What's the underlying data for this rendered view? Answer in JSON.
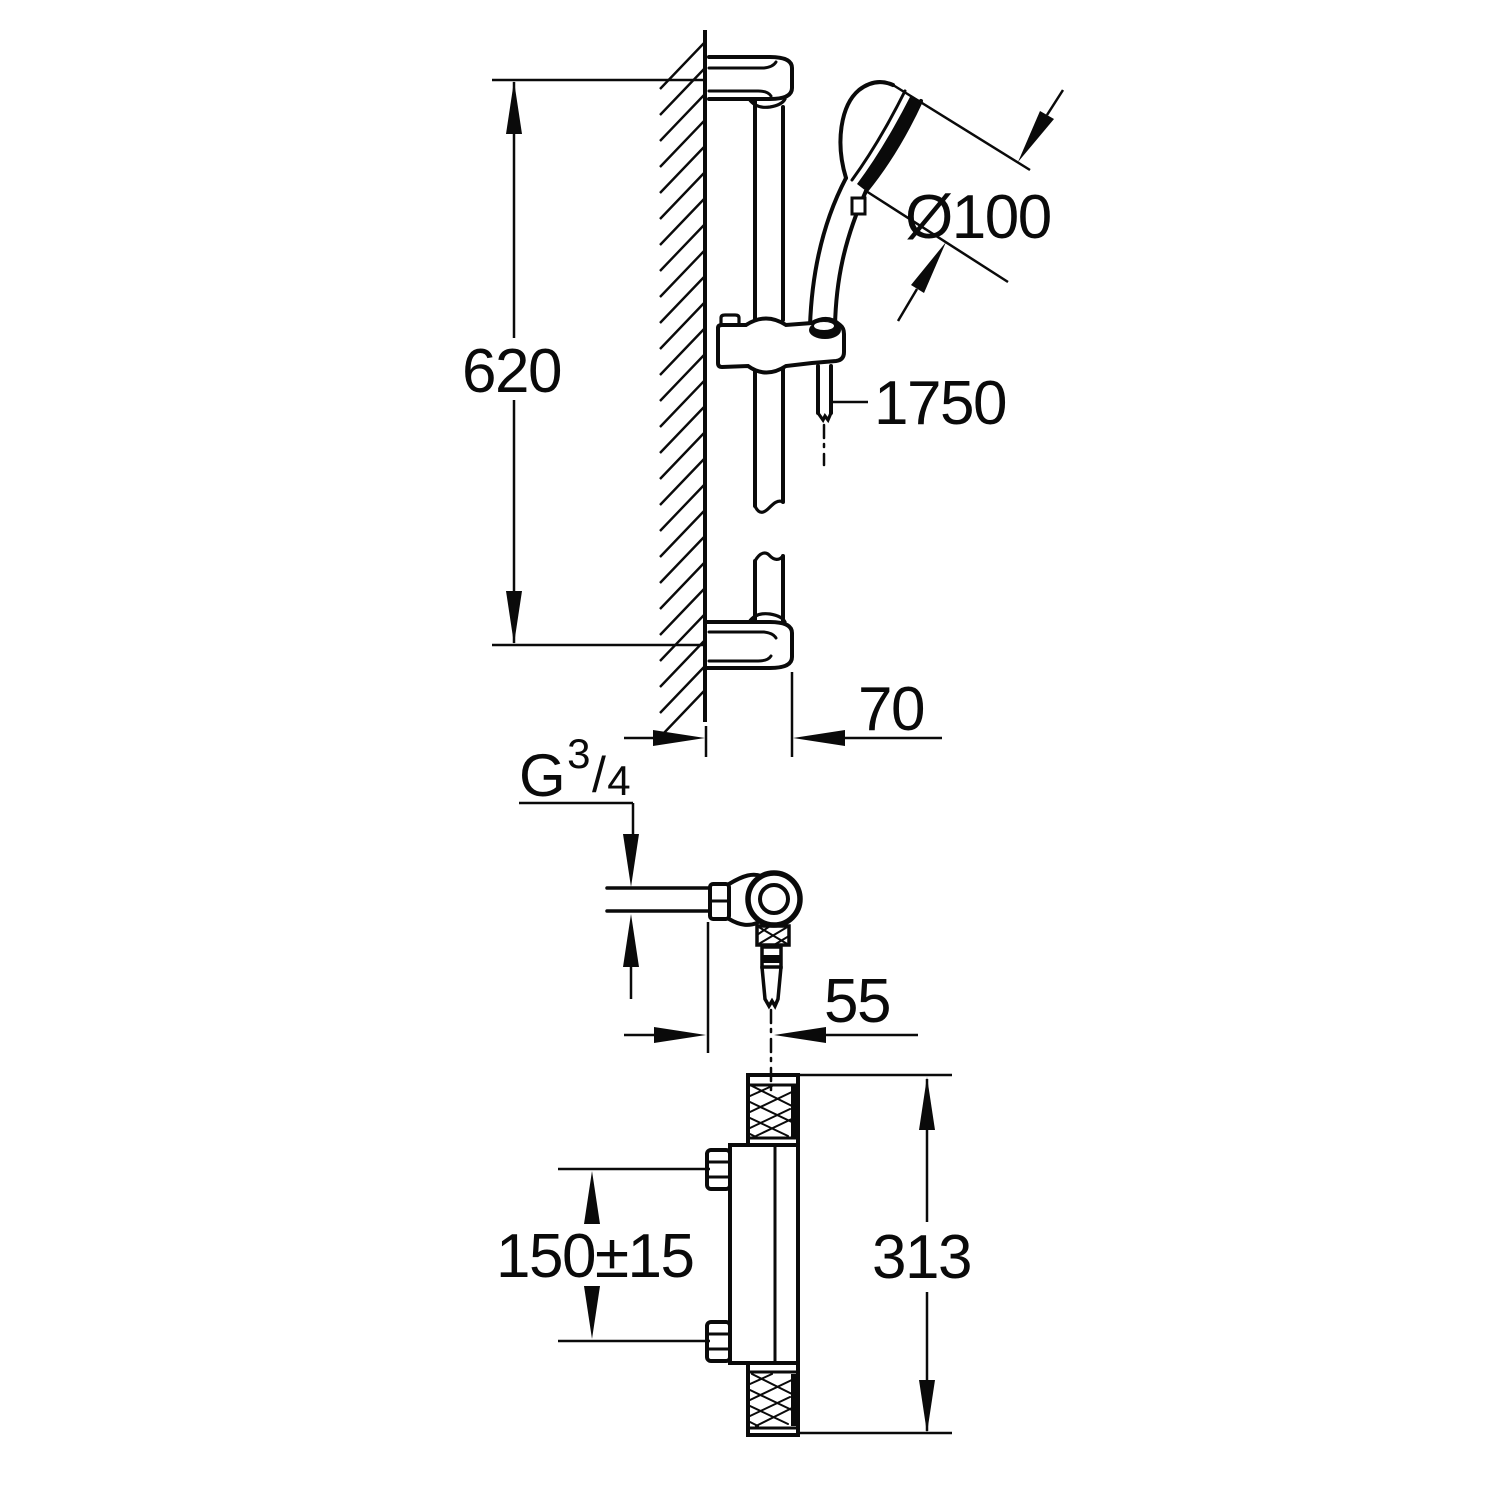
{
  "drawing": {
    "description": "Shower set installation dimension drawing (wall-mounted shower rail with hand shower, and thermostatic mixer views)",
    "dimensions": {
      "rail_height": "620",
      "head_diameter": "Ø100",
      "hose_length": "1750",
      "wall_offset": "70",
      "thread": {
        "letter": "G",
        "numerator": "3",
        "slash": "/",
        "denominator": "4"
      },
      "outlet_offset": "55",
      "inlet_distance": "150±15",
      "mixer_width": "313"
    }
  }
}
